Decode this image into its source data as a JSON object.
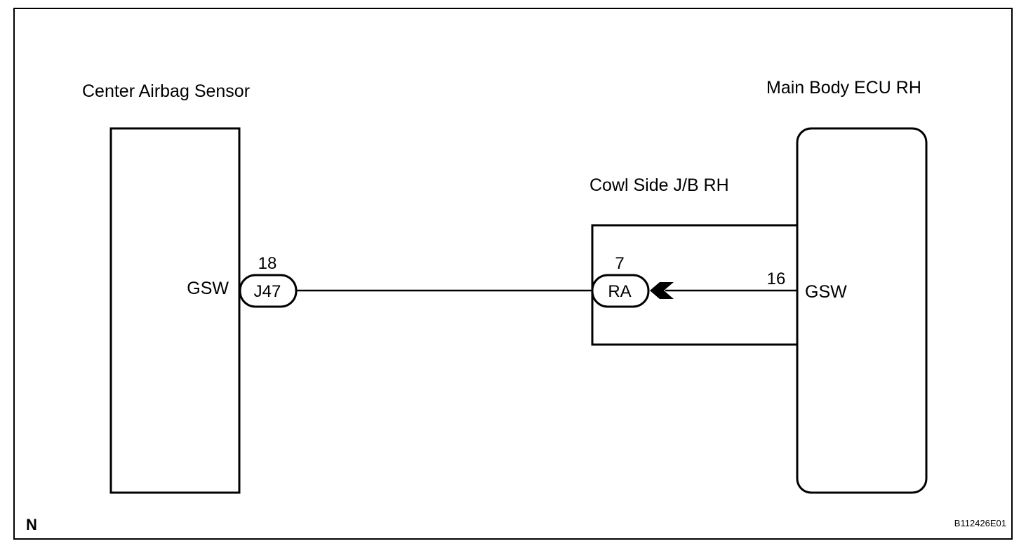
{
  "frame": {
    "corner_letter": "N",
    "figure_code": "B112426E01"
  },
  "components": {
    "center_airbag_sensor": {
      "label": "Center Airbag Sensor",
      "terminal": "GSW",
      "pin": "18",
      "connector": "J47"
    },
    "cowl_side_jb": {
      "label": "Cowl Side J/B RH",
      "pin": "7",
      "connector": "RA"
    },
    "main_body_ecu": {
      "label": "Main Body ECU RH",
      "terminal": "GSW",
      "pin": "16"
    }
  }
}
